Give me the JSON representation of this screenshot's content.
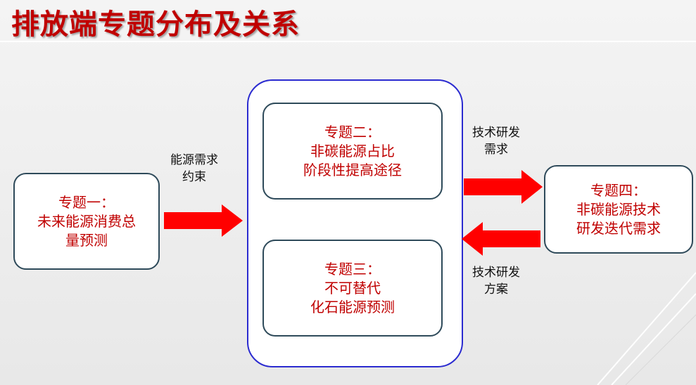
{
  "title": "排放端专题分布及关系",
  "topics": [
    {
      "text": "专题一：\n未来能源消费总\n量预测"
    },
    {
      "text": "专题二：\n非碳能源占比\n阶段性提高途径"
    },
    {
      "text": "专题三：\n不可替代\n化石能源预测"
    },
    {
      "text": "专题四：\n非碳能源技术\n研发迭代需求"
    }
  ],
  "arrows": [
    {
      "label": "能源需求\n约束"
    },
    {
      "label": "技术研发\n需求"
    },
    {
      "label": "技术研发\n方案"
    }
  ],
  "colors": {
    "accent": "#c00000",
    "arrow": "#ff0000",
    "outer_border": "#2b2bd0"
  }
}
